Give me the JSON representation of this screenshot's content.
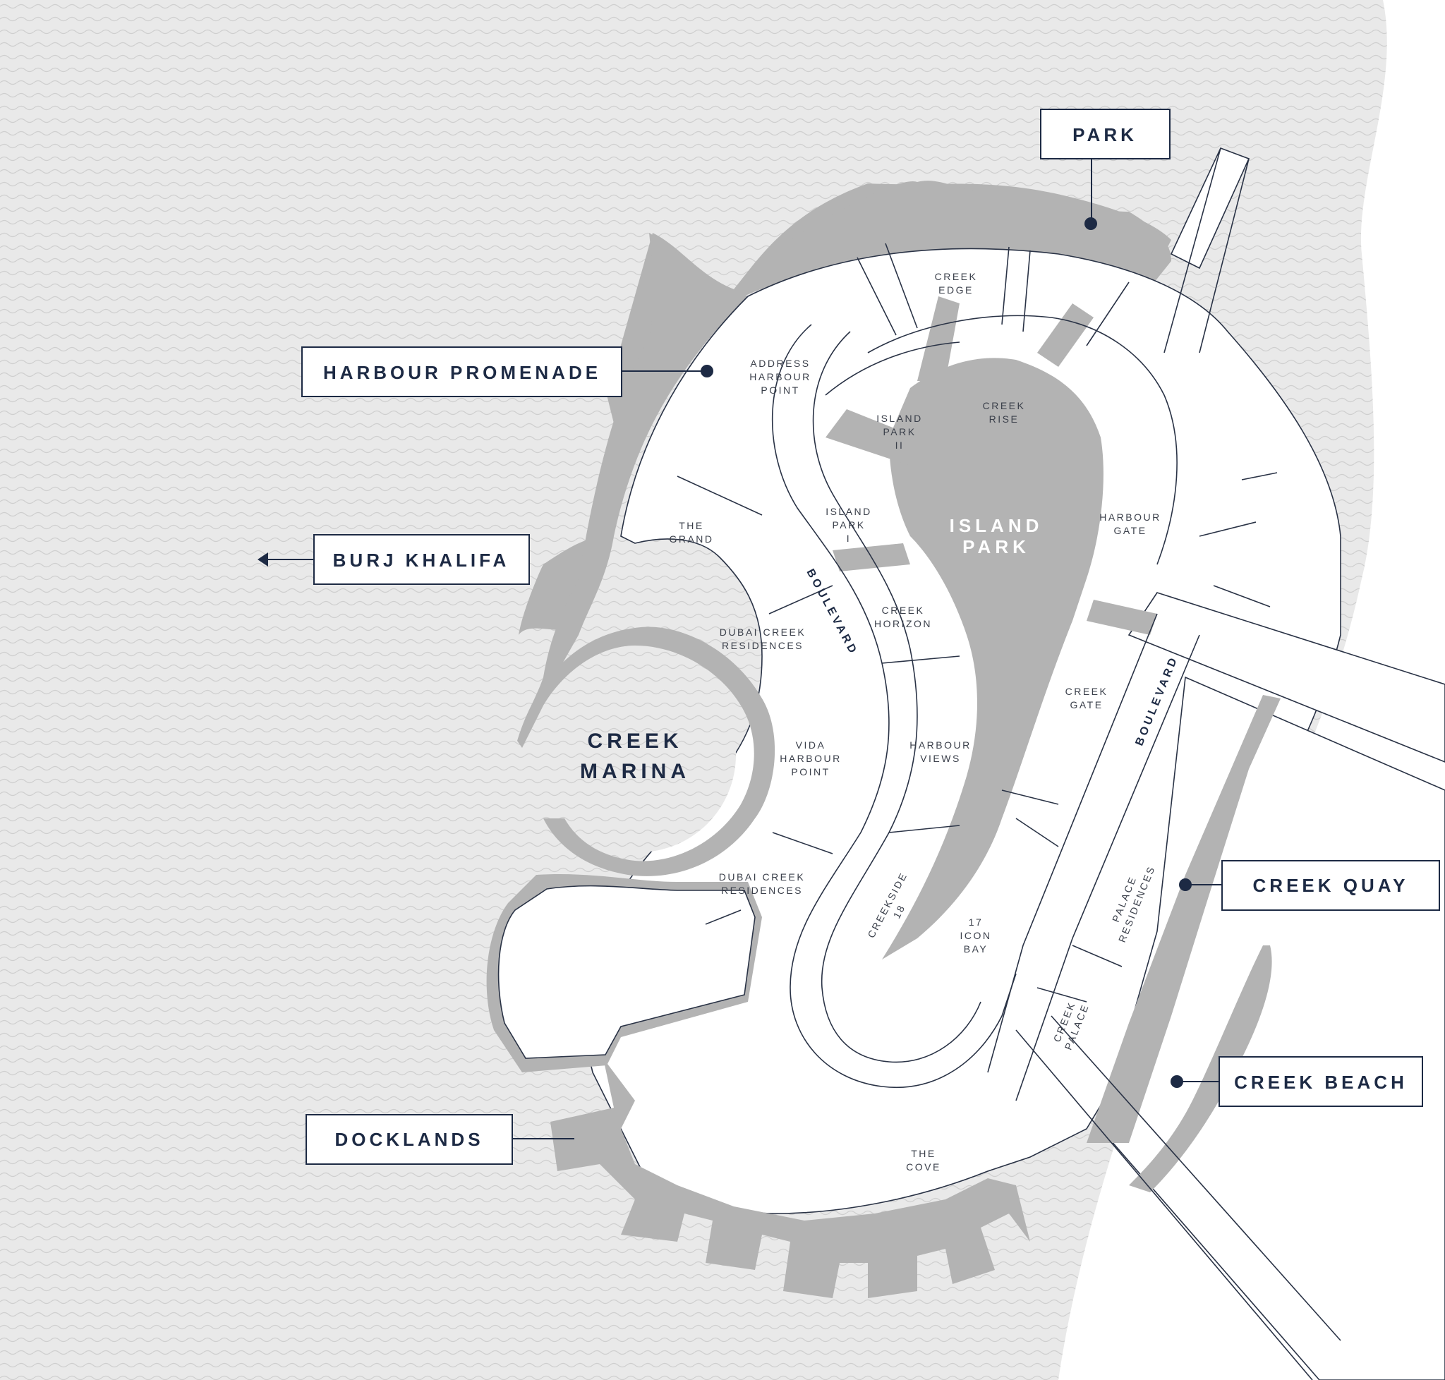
{
  "colors": {
    "water": "#e9e9e9",
    "wave": "#cfcfcf",
    "park": "#b3b3b3",
    "land": "#ffffff",
    "ink": "#1d2a44"
  },
  "districts": {
    "creek_marina": [
      "CREEK",
      "MARINA"
    ],
    "island_park": [
      "ISLAND",
      "PARK"
    ]
  },
  "roads": {
    "boulevard_left": "BOULEVARD",
    "boulevard_right": "BOULEVARD"
  },
  "plots": {
    "creek_edge": [
      "CREEK",
      "EDGE"
    ],
    "address_harbour_point": [
      "ADDRESS",
      "HARBOUR",
      "POINT"
    ],
    "island_park_ii": [
      "ISLAND",
      "PARK",
      "II"
    ],
    "creek_rise": [
      "CREEK",
      "RISE"
    ],
    "the_grand": [
      "THE",
      "GRAND"
    ],
    "island_park_i": [
      "ISLAND",
      "PARK",
      "I"
    ],
    "harbour_gate": [
      "HARBOUR",
      "GATE"
    ],
    "creek_horizon": [
      "CREEK",
      "HORIZON"
    ],
    "dubai_creek_residences_north": [
      "DUBAI CREEK",
      "RESIDENCES"
    ],
    "creek_gate": [
      "CREEK",
      "GATE"
    ],
    "vida_harbour_point": [
      "VIDA",
      "HARBOUR",
      "POINT"
    ],
    "harbour_views": [
      "HARBOUR",
      "VIEWS"
    ],
    "dubai_creek_residences_south": [
      "DUBAI CREEK",
      "RESIDENCES"
    ],
    "creekside_18": [
      "CREEKSIDE",
      "18"
    ],
    "icon_bay": [
      "17",
      "ICON",
      "BAY"
    ],
    "palace_residences": [
      "PALACE",
      "RESIDENCES"
    ],
    "creek_palace": [
      "CREEK",
      "PALACE"
    ],
    "the_cove": [
      "THE",
      "COVE"
    ]
  },
  "callouts": {
    "park": "PARK",
    "harbour_promenade": "HARBOUR PROMENADE",
    "burj_khalifa": "BURJ KHALIFA",
    "creek_quay": "CREEK QUAY",
    "creek_beach": "CREEK BEACH",
    "docklands": "DOCKLANDS"
  }
}
